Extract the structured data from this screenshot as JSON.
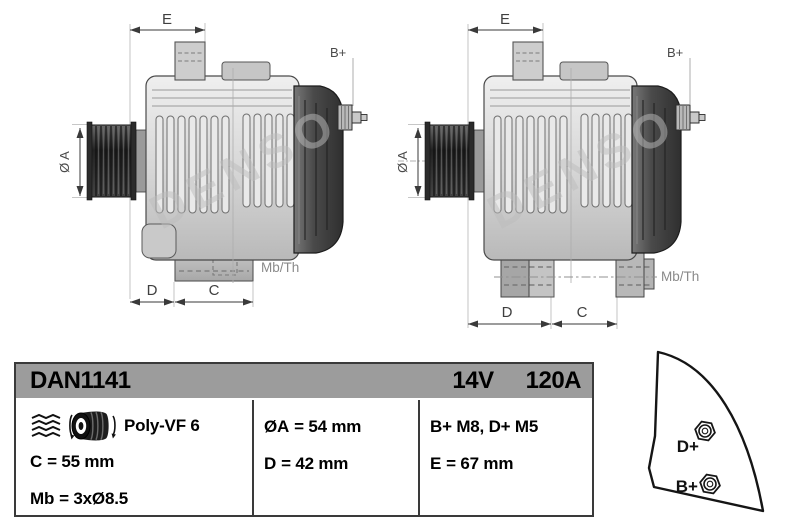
{
  "watermark": "DENSO",
  "colors": {
    "table_header_bg": "#9c9c9c",
    "drawing_line": "#3a3a3a"
  },
  "drawings": {
    "dim_e": "E",
    "dim_b_plus": "B+",
    "dim_dia_a": "Ø A",
    "dim_d": "D",
    "dim_c": "C",
    "mount_label": "Mb/Th"
  },
  "connector": {
    "d_plus": "D+",
    "b_plus": "B+"
  },
  "table": {
    "part_number": "DAN1141",
    "voltage": "14V",
    "current": "120A",
    "pulley_type": "Poly-VF 6",
    "c": {
      "label": "C",
      "value": "= 55 mm"
    },
    "mb": {
      "label": "Mb",
      "value": "= 3xØ8.5"
    },
    "dia_a": {
      "label": "ØA",
      "value": "= 54 mm"
    },
    "d": {
      "label": "D",
      "value": "= 42 mm"
    },
    "terminals": "B+ M8, D+ M5",
    "e": {
      "label": "E",
      "value": "= 67 mm"
    }
  }
}
